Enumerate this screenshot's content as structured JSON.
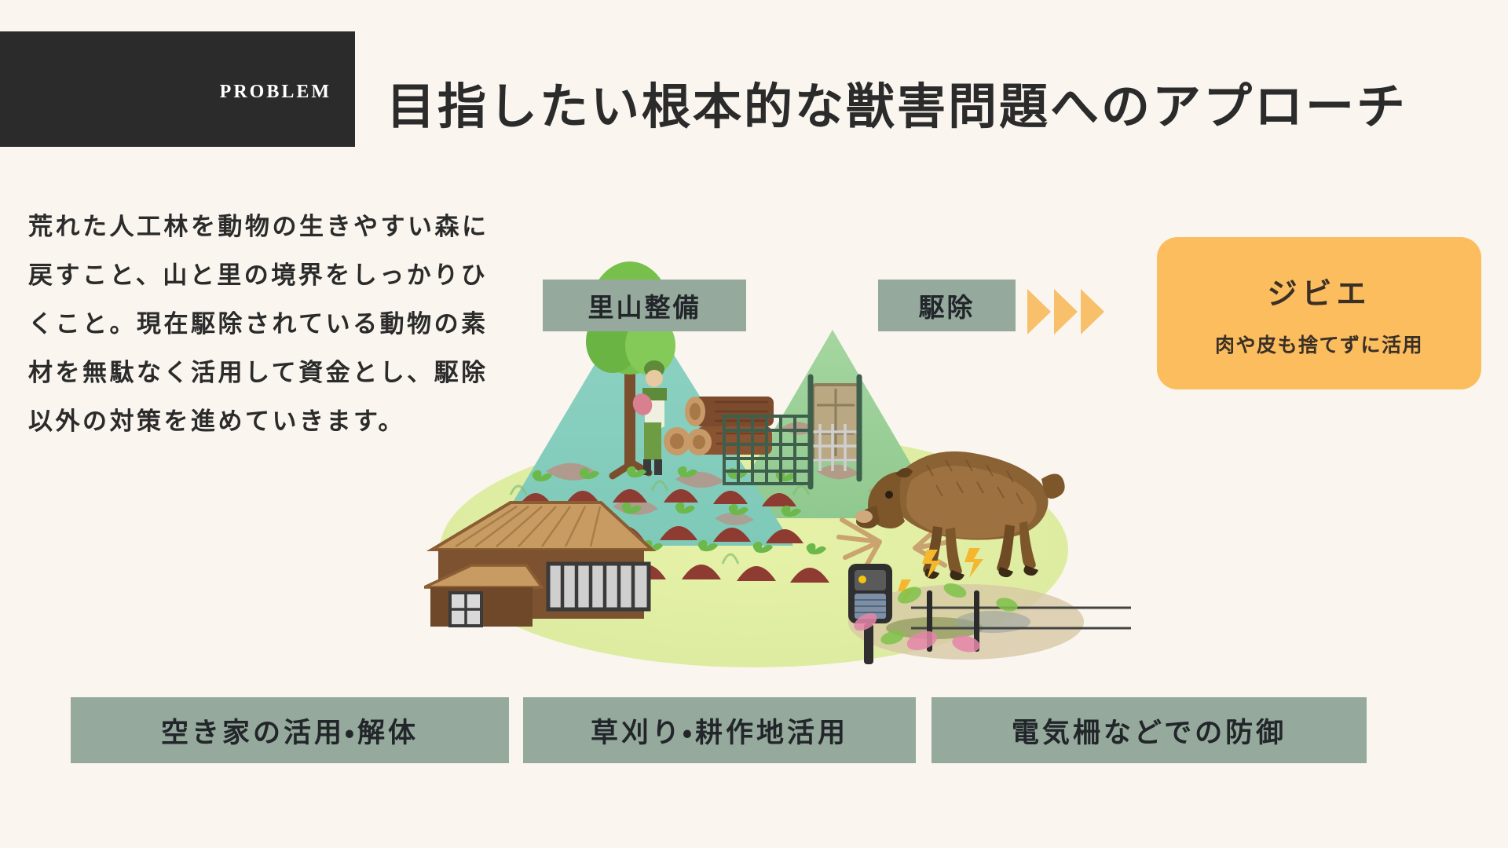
{
  "header": {
    "eyebrow": "Problem",
    "title": "目指したい根本的な獣害問題へのアプローチ",
    "eyebrow_bg": "#2b2b2b",
    "title_color": "#2b2b2b"
  },
  "body": {
    "paragraph": "荒れた人工林を動物の生きやすい森に戻すこと、山と里の境界をしっかりひくこと。現在駆除されている動物の素材を無駄なく活用して資金とし、駆除以外の対策を進めていきます。"
  },
  "chips": {
    "satoyama": "里山整備",
    "kujo": "駆除",
    "bg": "#95a99c"
  },
  "arrows": {
    "count": 3,
    "color": "#f8c06a",
    "icon": "chevron-right-icon"
  },
  "gibier": {
    "title": "ジビエ",
    "subtitle": "肉や皮も捨てずに活用",
    "bg": "#fcbd5f",
    "text_color": "#3a3026"
  },
  "bottom_chips": [
    {
      "label": "空き家の活用・解体"
    },
    {
      "label": "草刈り・耕作地活用"
    },
    {
      "label": "電気柵などでの防御"
    }
  ],
  "illustration": {
    "name": "satoyama-village-scene",
    "elements": [
      "mountain-icon",
      "tree-icon",
      "forester-icon",
      "log-pile-icon",
      "farm-field-icon",
      "farmhouse-icon",
      "box-trap-icon",
      "wild-boar-icon",
      "electric-fence-icon"
    ]
  },
  "page": {
    "background": "#faf6ef"
  }
}
